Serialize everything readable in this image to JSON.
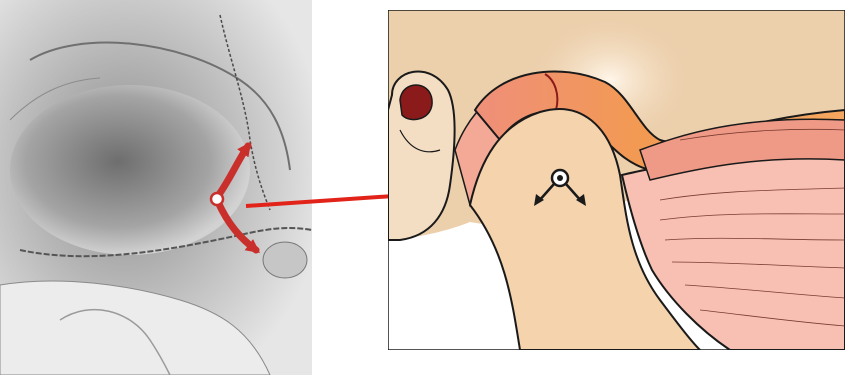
{
  "figure": {
    "left_panel": {
      "subject": "skull-sketch-temporal-region",
      "rotation_marker": "rotation-axis-circle",
      "rotation_arrows": "curved-double-arrow",
      "arrow_color": "#c9302c"
    },
    "connector": {
      "icon": "right-arrow",
      "color": "#e2231a"
    },
    "right_panel": {
      "subject": "joint-cross-section-illustration",
      "center_icon": "rotation-axis-with-arrows",
      "colors": {
        "background": "#eccfab",
        "condyle": "#f4d3ad",
        "disc": "#f29a52",
        "muscle": "#ef9a86",
        "muscle_light": "#f7c0b2",
        "outline": "#1a1a1a"
      }
    }
  }
}
